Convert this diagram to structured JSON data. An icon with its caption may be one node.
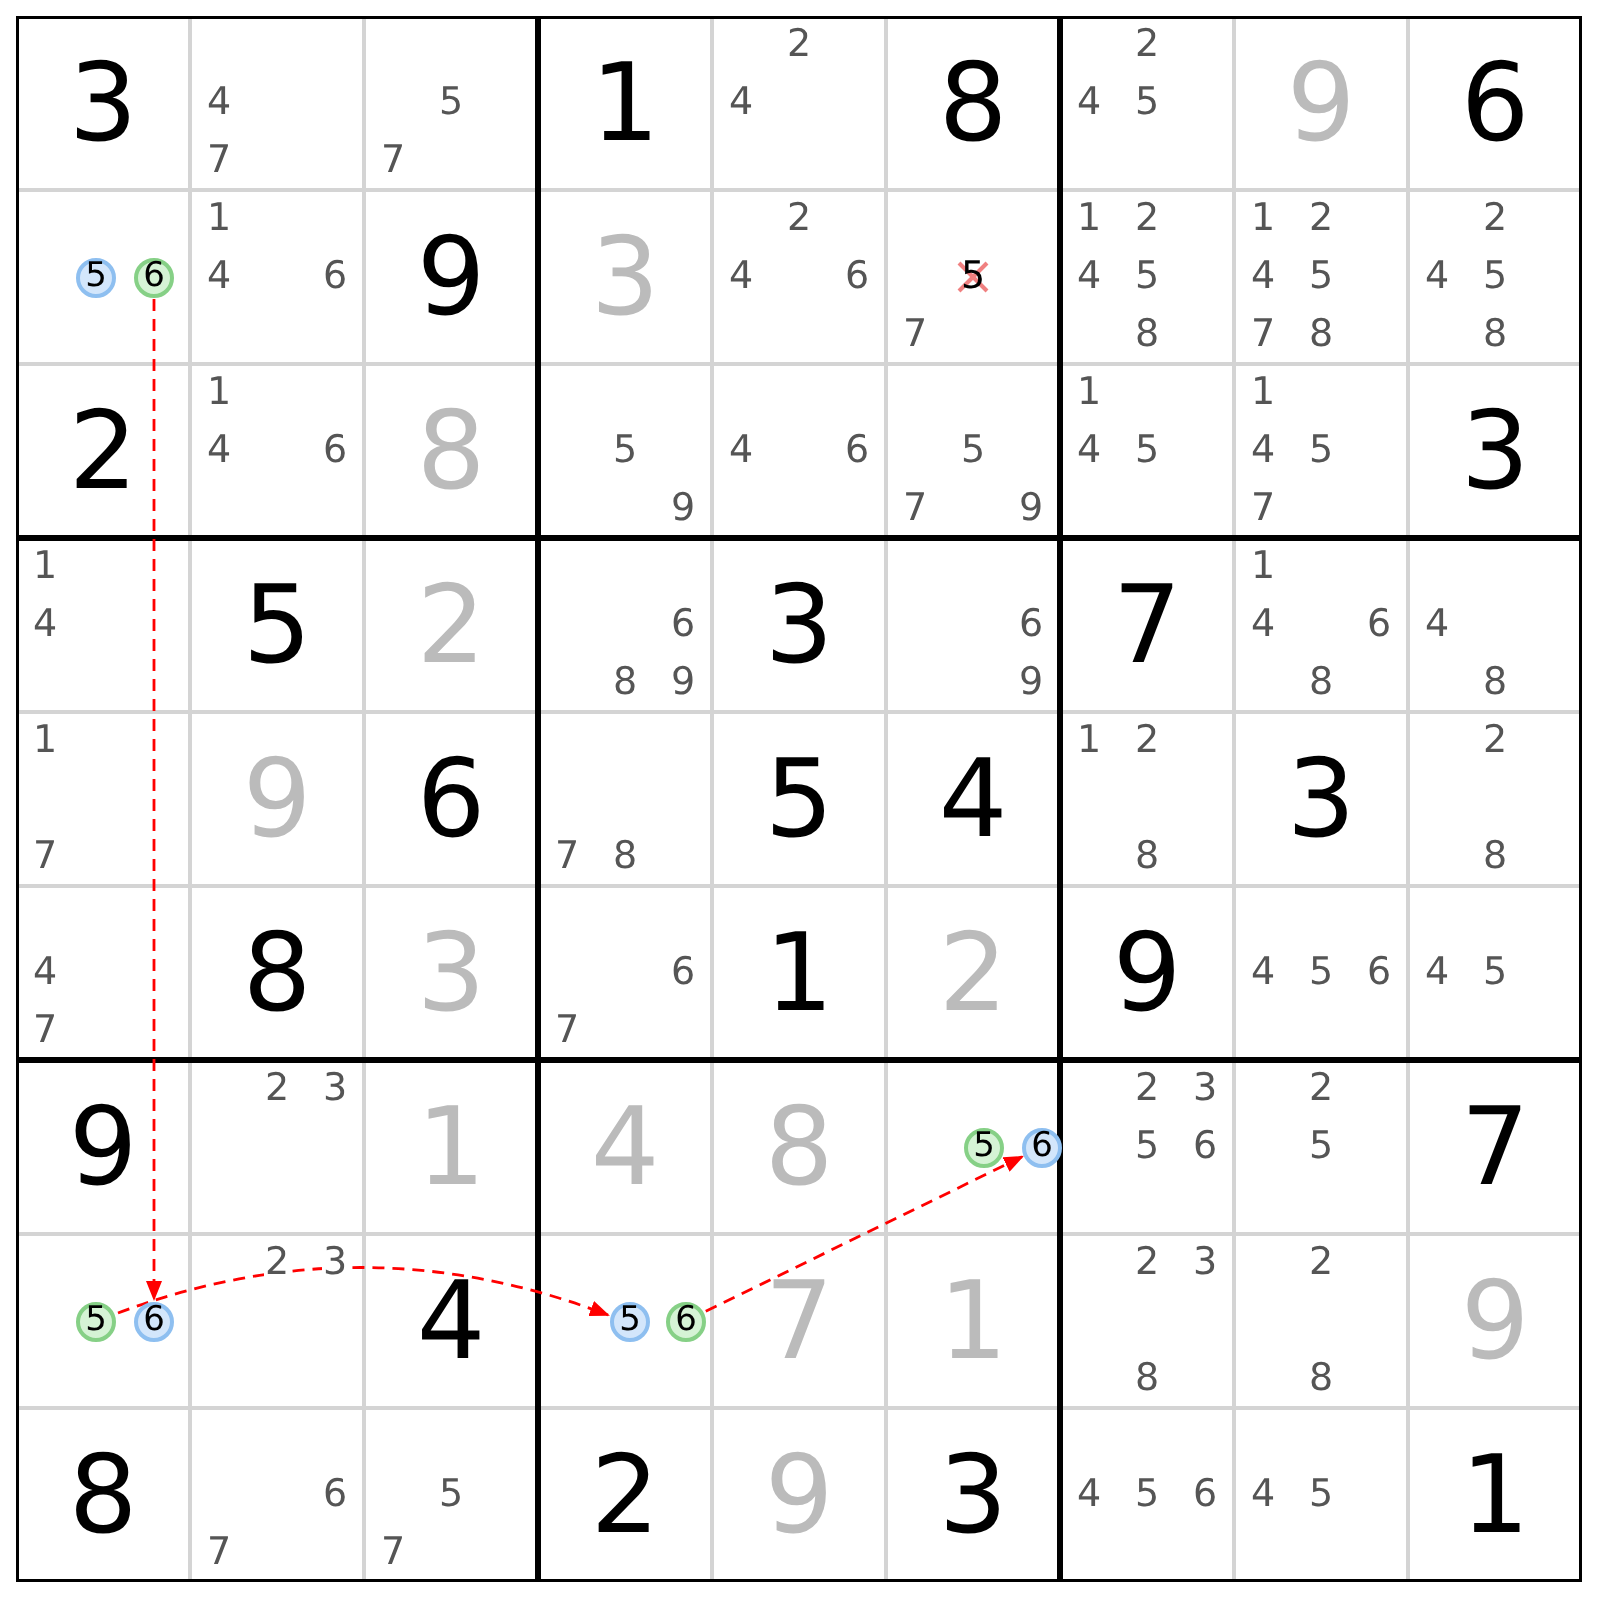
{
  "diagram": {
    "nodes": [
      {
        "text": [
          "5"
        ]
      },
      {
        "text": [
          "6"
        ]
      },
      {
        "text": [
          "5"
        ]
      },
      {
        "text": [
          "6"
        ]
      },
      {
        "text": [
          "5"
        ]
      },
      {
        "text": [
          "6"
        ]
      },
      {
        "text": [
          "5"
        ]
      },
      {
        "text": [
          "6"
        ]
      }
    ],
    "edges": [
      {
        "from": 1,
        "to": 5,
        "arrow": "to",
        "style": "dashed"
      },
      {
        "from": 4,
        "to": 6,
        "arrow": "to",
        "style": "dashed"
      },
      {
        "from": 7,
        "to": 3,
        "arrow": "to",
        "style": "dashed"
      }
    ],
    "labels": [
      "3",
      "4",
      "7",
      "5",
      "7",
      "1",
      "2",
      "4",
      "8",
      "2",
      "4",
      "5",
      "9",
      "6",
      "1",
      "4",
      "6",
      "9",
      "3",
      "2",
      "4",
      "6",
      "5",
      "7",
      "1",
      "2",
      "4",
      "5",
      "8",
      "1",
      "2",
      "4",
      "5",
      "7",
      "8",
      "2",
      "4",
      "5",
      "8",
      "2",
      "1",
      "4",
      "6",
      "8",
      "5",
      "9",
      "4",
      "6",
      "5",
      "7",
      "9",
      "1",
      "4",
      "5",
      "1",
      "4",
      "5",
      "7",
      "3",
      "1",
      "4",
      "5",
      "2",
      "6",
      "8",
      "9",
      "3",
      "6",
      "9",
      "7",
      "1",
      "4",
      "6",
      "8",
      "4",
      "8",
      "1",
      "7",
      "9",
      "6",
      "7",
      "8",
      "5",
      "4",
      "1",
      "2",
      "8",
      "3",
      "2",
      "8",
      "4",
      "7",
      "8",
      "3",
      "6",
      "7",
      "1",
      "2",
      "9",
      "4",
      "5",
      "6",
      "4",
      "5",
      "9",
      "2",
      "3",
      "1",
      "4",
      "8",
      "2",
      "3",
      "5",
      "6",
      "2",
      "5",
      "7",
      "2",
      "3",
      "4",
      "7",
      "1",
      "2",
      "3",
      "8",
      "2",
      "8",
      "9",
      "8",
      "6",
      "7",
      "5",
      "7",
      "2",
      "9",
      "3",
      "4",
      "5",
      "6",
      "4",
      "5",
      "1"
    ]
  }
}
